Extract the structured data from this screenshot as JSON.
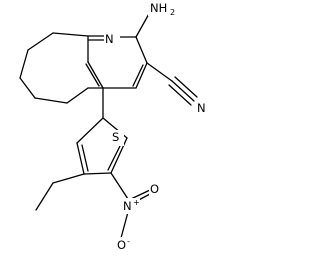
{
  "diagram": {
    "type": "chemical-structure",
    "labels": {
      "N_ring": "N",
      "NH2_main": "NH",
      "NH2_sub": "2",
      "N_nitrile": "N",
      "S": "S",
      "N_nitro": "N",
      "N_nitro_charge": "+",
      "O_top": "O",
      "O_bottom": "O",
      "O_bottom_charge": "-"
    }
  }
}
